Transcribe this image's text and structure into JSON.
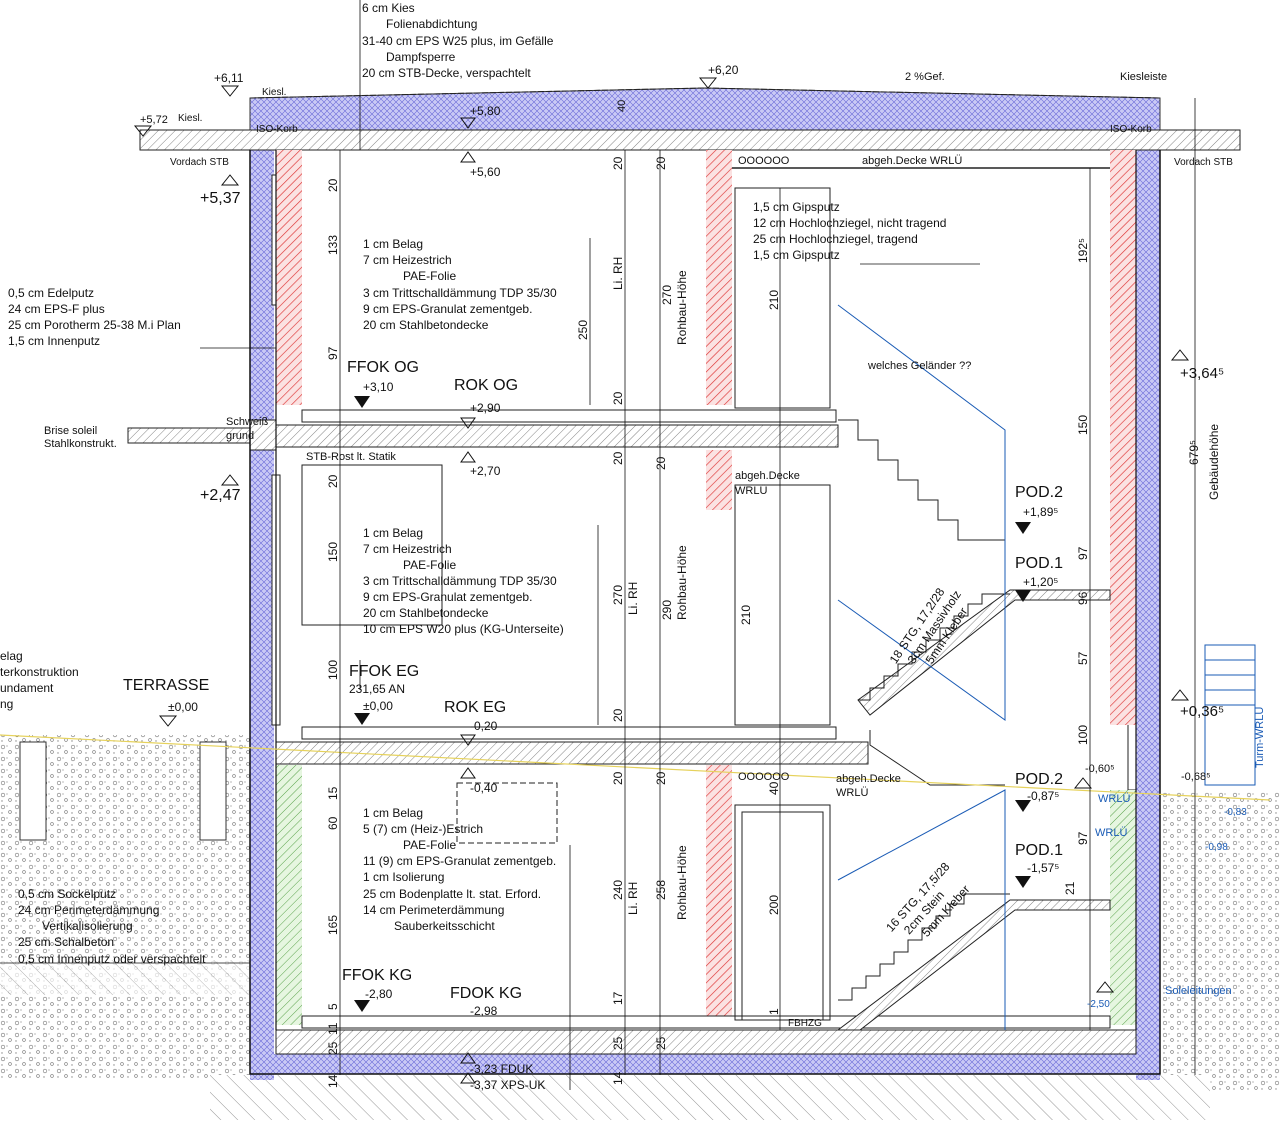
{
  "roof": {
    "layers": [
      "6 cm Kies",
      "Folienabdichtung",
      "31-40 cm EPS W25 plus, im Gefälle",
      "Dampfsperre",
      "20 cm STB-Decke, verspachtelt"
    ],
    "lvl_611": "+6,11",
    "lvl_620": "+6,20",
    "lvl_572": "+5,72",
    "lvl_580": "+5,80",
    "lvl_560": "+5,60",
    "gef": "2 %Gef.",
    "kiesleiste": "Kiesleiste",
    "kiesl_left": "Kiesl.",
    "kiesl_small": "Kiesl.",
    "iso_left": "ISO-Korb",
    "iso_right": "ISO-Korb",
    "vordach_left": "Vordach STB",
    "vordach_right": "Vordach STB",
    "abgeh_decke": "abgeh.Decke  WRLÜ",
    "circles": "OOOOOO",
    "dim_40": "40"
  },
  "levels": {
    "l537": "+5,37",
    "l247": "+2,47",
    "l3645": "+3,64⁵",
    "l0365": "+0,36⁵",
    "l679": "679⁵",
    "gebaudehoehe": "Gebäudehöhe"
  },
  "wall": {
    "layers": [
      "0,5 cm Edelputz",
      "24 cm EPS-F plus",
      "25 cm Porotherm 25-38 M.i Plan",
      "1,5 cm Innenputz"
    ]
  },
  "inner_wall": {
    "layers": [
      "1,5 cm Gipsputz",
      "12 cm Hochlochziegel, nicht tragend",
      "25 cm Hochlochziegel, tragend",
      "1,5 cm Gipsputz"
    ]
  },
  "og": {
    "floor_layers": [
      "1 cm Belag",
      "7 cm Heizestrich",
      "PAE-Folie",
      "3 cm Trittschalldämmung TDP 35/30",
      "9 cm EPS-Granulat zementgeb.",
      "20 cm Stahlbetondecke"
    ],
    "ffok": "FFOK OG",
    "ffok_lvl": "+3,10",
    "rok": "ROK OG",
    "rok_lvl": "+2,90",
    "lvl_270": "+2,70",
    "welches": "welches Geländer ??",
    "brise1": "Brise soleil",
    "brise2": "Stahlkonstrukt.",
    "schweiss1": "Schweiß",
    "schweiss2": "grund",
    "stb_rost": "STB-Rost lt. Statik",
    "abgeh1": "abgeh.Decke",
    "abgeh2": "WRLÜ"
  },
  "eg": {
    "floor_layers": [
      "1 cm Belag",
      "7 cm Heizestrich",
      "PAE-Folie",
      "3 cm Trittschalldämmung TDP 35/30",
      "9 cm EPS-Granulat zementgeb.",
      "20 cm Stahlbetondecke",
      "10 cm EPS W20 plus (KG-Unterseite)"
    ],
    "ffok": "FFOK EG",
    "ffok_an": "231,65 AN",
    "ffok_lvl": "±0,00",
    "rok": "ROK EG",
    "rok_lvl": "-0,20",
    "lvl_040": "-0,40",
    "terrasse": "TERRASSE",
    "terrasse_lvl": "±0,00",
    "left_cut": [
      "elag",
      "terkonstruktion",
      "undament",
      "ng"
    ],
    "pod2": "POD.2",
    "pod2_lvl": "+1,89⁵",
    "pod1": "POD.1",
    "pod1_lvl": "+1,20⁵",
    "stair": [
      "18 STG, 17,2/28",
      "3cm Massivholz",
      "5mm Kleber"
    ]
  },
  "kg": {
    "floor_layers": [
      "1 cm Belag",
      "5 (7) cm (Heiz-)Estrich",
      "PAE-Folie",
      "11 (9) cm EPS-Granulat zementgeb.",
      "1 cm Isolierung",
      "25 cm Bodenplatte lt. stat. Erford.",
      "14 cm Perimeterdämmung",
      "Sauberkeitsschicht"
    ],
    "wall_layers": [
      "0,5 cm Sockelputz",
      "24 cm Perimeterdämmung",
      "Vertikalisolierung",
      "25 cm Schalbeton",
      "0,5 cm Innenputz oder verspachtelt"
    ],
    "ffok": "FFOK KG",
    "ffok_lvl": "-2,80",
    "fdok": "FDOK KG",
    "fdok_lvl": "-2,98",
    "fduk": "-3,23 FDUK",
    "xps": "-3,37 XPS-UK",
    "pod2": "POD.2",
    "pod2_lvl": "-0,87⁵",
    "pod1": "POD.1",
    "pod1_lvl": "-1,57⁵",
    "stair": [
      "16 STG, 17,5/28",
      "2cm Stein",
      "5mm Kleber"
    ],
    "abgeh1": "abgeh.Decke",
    "abgeh2": "WRLÜ",
    "fbhzg": "FBHZG",
    "lvl_060": "-0,60⁵",
    "lvl_068": "-0,68⁵",
    "lvl_083": "-0,83",
    "lvl_098": "-0,98",
    "lvl_250": "-2,50",
    "wrlu1": "WRLÜ",
    "wrlu2": "WRLÜ",
    "soleleitungen": "Soleleitungen",
    "turm": "Turm-WRLU"
  },
  "dims": {
    "li_rh": "Li. RH",
    "rohbau": "Rohbau-Höhe",
    "d250": "250",
    "d270a": "270",
    "d270b": "270",
    "d290": "290",
    "d240": "240",
    "d258": "258",
    "d210a": "210",
    "d210b": "210",
    "d200": "200",
    "d1925": "192⁵",
    "d150": "150",
    "d97": "97",
    "d96": "96",
    "d57": "57",
    "d100": "100",
    "d97b": "97",
    "d21": "21",
    "d20": "20",
    "d133": "133",
    "d97l": "97",
    "d150l": "150",
    "d100l": "100",
    "d15": "15",
    "d60": "60",
    "d165": "165",
    "d17": "17",
    "d25": "25",
    "d14": "14",
    "d11": "11",
    "d5": "5",
    "d1": "1"
  }
}
